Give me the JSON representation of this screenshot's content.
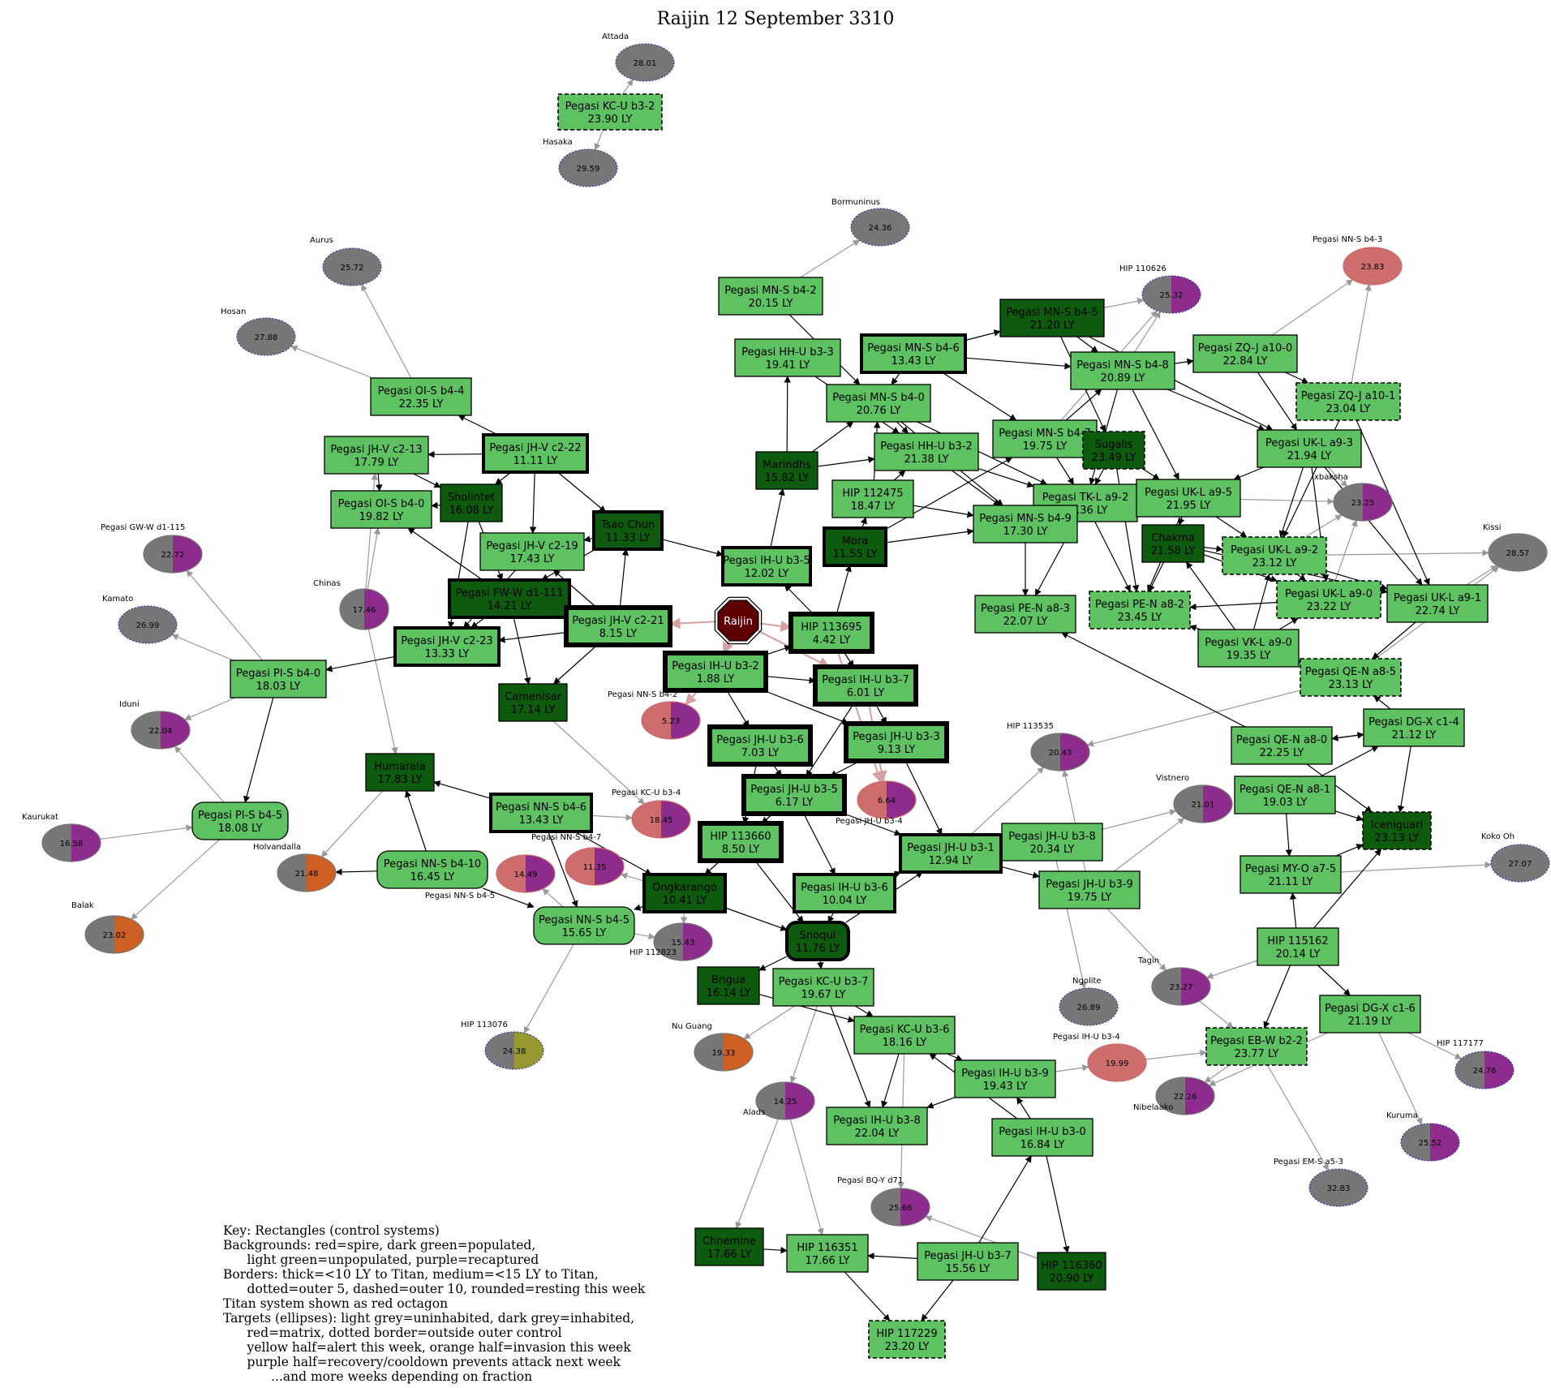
{
  "title": "Raijin 12 September 3310",
  "colors": {
    "light_green": "#5ec162",
    "dark_green": "#0e5a0e",
    "titan": "#5c0000",
    "grey_inhabited": "#777777",
    "red_matrix": "#cd6d6d",
    "purple": "#8e2c8e",
    "orange": "#cd6022",
    "yellow": "#989830",
    "edge": "#000000",
    "edge_target": "#999999",
    "edge_titan": "#d4a0a0"
  },
  "titan": {
    "id": "raijin",
    "label": "Raijin"
  },
  "systems": [
    {
      "id": "kcu32",
      "name": "Pegasi KC-U b3-2",
      "dist": "23.90 LY",
      "bg": "light",
      "border": "dashed"
    },
    {
      "id": "mns42",
      "name": "Pegasi MN-S b4-2",
      "dist": "20.15 LY",
      "bg": "light",
      "border": "normal"
    },
    {
      "id": "hhu33",
      "name": "Pegasi HH-U b3-3",
      "dist": "19.41 LY",
      "bg": "light",
      "border": "normal"
    },
    {
      "id": "mns46",
      "name": "Pegasi MN-S b4-6",
      "dist": "13.43 LY",
      "bg": "light",
      "border": "medium"
    },
    {
      "id": "mns45",
      "name": "Pegasi MN-S b4-5",
      "dist": "21.20 LY",
      "bg": "dark",
      "border": "normal"
    },
    {
      "id": "mns48",
      "name": "Pegasi MN-S b4-8",
      "dist": "20.89 LY",
      "bg": "light",
      "border": "normal"
    },
    {
      "id": "zqj100",
      "name": "Pegasi ZQ-J a10-0",
      "dist": "22.84 LY",
      "bg": "light",
      "border": "normal"
    },
    {
      "id": "zqj101",
      "name": "Pegasi ZQ-J a10-1",
      "dist": "23.04 LY",
      "bg": "light",
      "border": "dashed"
    },
    {
      "id": "mns40",
      "name": "Pegasi MN-S b4-0",
      "dist": "20.76 LY",
      "bg": "light",
      "border": "normal"
    },
    {
      "id": "ois44",
      "name": "Pegasi OI-S b4-4",
      "dist": "22.35 LY",
      "bg": "light",
      "border": "normal"
    },
    {
      "id": "jhvc13",
      "name": "Pegasi JH-V c2-13",
      "dist": "17.79 LY",
      "bg": "light",
      "border": "normal"
    },
    {
      "id": "jhvc22",
      "name": "Pegasi JH-V c2-22",
      "dist": "11.11 LY",
      "bg": "light",
      "border": "medium"
    },
    {
      "id": "hhu32",
      "name": "Pegasi HH-U b3-2",
      "dist": "21.38 LY",
      "bg": "light",
      "border": "normal"
    },
    {
      "id": "mns47",
      "name": "Pegasi MN-S b4-7",
      "dist": "19.75 LY",
      "bg": "light",
      "border": "normal"
    },
    {
      "id": "sugalis",
      "name": "Sugalis",
      "dist": "23.49 LY",
      "bg": "dark",
      "border": "dashed"
    },
    {
      "id": "ukla93",
      "name": "Pegasi UK-L a9-3",
      "dist": "21.94 LY",
      "bg": "light",
      "border": "normal"
    },
    {
      "id": "marindhs",
      "name": "Marindhs",
      "dist": "15.82 LY",
      "bg": "dark",
      "border": "normal"
    },
    {
      "id": "hip112475",
      "name": "HIP 112475",
      "dist": "18.47 LY",
      "bg": "light",
      "border": "normal"
    },
    {
      "id": "tkla92",
      "name": "Pegasi TK-L a9-2",
      "dist": "21.36 LY",
      "bg": "light",
      "border": "normal"
    },
    {
      "id": "ukla95",
      "name": "Pegasi UK-L a9-5",
      "dist": "21.95 LY",
      "bg": "light",
      "border": "normal"
    },
    {
      "id": "ois40",
      "name": "Pegasi OI-S b4-0",
      "dist": "19.82 LY",
      "bg": "light",
      "border": "normal"
    },
    {
      "id": "sholintet",
      "name": "Sholintet",
      "dist": "16.08 LY",
      "bg": "dark",
      "border": "normal"
    },
    {
      "id": "tsaochun",
      "name": "Tsao Chun",
      "dist": "11.33 LY",
      "bg": "dark",
      "border": "medium"
    },
    {
      "id": "mns49",
      "name": "Pegasi MN-S b4-9",
      "dist": "17.30 LY",
      "bg": "light",
      "border": "normal"
    },
    {
      "id": "chakma",
      "name": "Chakma",
      "dist": "21.58 LY",
      "bg": "dark",
      "border": "normal"
    },
    {
      "id": "ukla92",
      "name": "Pegasi UK-L a9-2",
      "dist": "23.12 LY",
      "bg": "light",
      "border": "dashed"
    },
    {
      "id": "jhvc19",
      "name": "Pegasi JH-V c2-19",
      "dist": "17.43 LY",
      "bg": "light",
      "border": "normal"
    },
    {
      "id": "mora",
      "name": "Mora",
      "dist": "11.55 LY",
      "bg": "dark",
      "border": "medium"
    },
    {
      "id": "ihu35",
      "name": "Pegasi IH-U b3-5",
      "dist": "12.02 LY",
      "bg": "light",
      "border": "medium"
    },
    {
      "id": "fww",
      "name": "Pegasi FW-W d1-111",
      "dist": "14.21 LY",
      "bg": "dark",
      "border": "medium"
    },
    {
      "id": "pena83",
      "name": "Pegasi PE-N a8-3",
      "dist": "22.07 LY",
      "bg": "light",
      "border": "normal"
    },
    {
      "id": "pena82",
      "name": "Pegasi PE-N a8-2",
      "dist": "23.45 LY",
      "bg": "light",
      "border": "dashed"
    },
    {
      "id": "ukla90",
      "name": "Pegasi UK-L a9-0",
      "dist": "23.22 LY",
      "bg": "light",
      "border": "dashed"
    },
    {
      "id": "ukla91",
      "name": "Pegasi UK-L a9-1",
      "dist": "22.74 LY",
      "bg": "light",
      "border": "normal"
    },
    {
      "id": "jhvc21",
      "name": "Pegasi JH-V c2-21",
      "dist": "8.15 LY",
      "bg": "light",
      "border": "thick"
    },
    {
      "id": "hip113695",
      "name": "HIP 113695",
      "dist": "4.42 LY",
      "bg": "light",
      "border": "thick"
    },
    {
      "id": "vkla90",
      "name": "Pegasi VK-L a9-0",
      "dist": "19.35 LY",
      "bg": "light",
      "border": "normal"
    },
    {
      "id": "jhvc23",
      "name": "Pegasi JH-V c2-23",
      "dist": "13.33 LY",
      "bg": "light",
      "border": "medium"
    },
    {
      "id": "pis40",
      "name": "Pegasi PI-S b4-0",
      "dist": "18.03 LY",
      "bg": "light",
      "border": "normal"
    },
    {
      "id": "ihu32",
      "name": "Pegasi IH-U b3-2",
      "dist": "1.88 LY",
      "bg": "light",
      "border": "thick"
    },
    {
      "id": "ihu37",
      "name": "Pegasi IH-U b3-7",
      "dist": "6.01 LY",
      "bg": "light",
      "border": "thick"
    },
    {
      "id": "qena85",
      "name": "Pegasi QE-N a8-5",
      "dist": "23.13 LY",
      "bg": "light",
      "border": "dashed"
    },
    {
      "id": "camenisar",
      "name": "Camenisar",
      "dist": "17.14 LY",
      "bg": "dark",
      "border": "normal"
    },
    {
      "id": "dgxc14",
      "name": "Pegasi DG-X c1-4",
      "dist": "21.12 LY",
      "bg": "light",
      "border": "normal"
    },
    {
      "id": "jhu36",
      "name": "Pegasi JH-U b3-6",
      "dist": "7.03 LY",
      "bg": "light",
      "border": "thick"
    },
    {
      "id": "jhu33",
      "name": "Pegasi JH-U b3-3",
      "dist": "9.13 LY",
      "bg": "light",
      "border": "thick"
    },
    {
      "id": "qena80",
      "name": "Pegasi QE-N a8-0",
      "dist": "22.25 LY",
      "bg": "light",
      "border": "normal"
    },
    {
      "id": "humarala",
      "name": "Humarala",
      "dist": "17.83 LY",
      "bg": "dark",
      "border": "normal"
    },
    {
      "id": "jhu35",
      "name": "Pegasi JH-U b3-5",
      "dist": "6.17 LY",
      "bg": "light",
      "border": "thick"
    },
    {
      "id": "nns46",
      "name": "Pegasi NN-S b4-6",
      "dist": "13.43 LY",
      "bg": "light",
      "border": "medium"
    },
    {
      "id": "qena81",
      "name": "Pegasi QE-N a8-1",
      "dist": "19.03 LY",
      "bg": "light",
      "border": "normal"
    },
    {
      "id": "iceniguari",
      "name": "Iceniguari",
      "dist": "23.13 LY",
      "bg": "dark",
      "border": "dashed"
    },
    {
      "id": "pis45",
      "name": "Pegasi PI-S b4-5",
      "dist": "18.08 LY",
      "bg": "light",
      "border": "rounded"
    },
    {
      "id": "hip113660",
      "name": "HIP 113660",
      "dist": "8.50 LY",
      "bg": "light",
      "border": "thick"
    },
    {
      "id": "jhu38",
      "name": "Pegasi JH-U b3-8",
      "dist": "20.34 LY",
      "bg": "light",
      "border": "normal"
    },
    {
      "id": "jhu31",
      "name": "Pegasi JH-U b3-1",
      "dist": "12.94 LY",
      "bg": "light",
      "border": "medium"
    },
    {
      "id": "nns410",
      "name": "Pegasi NN-S b4-10",
      "dist": "16.45 LY",
      "bg": "light",
      "border": "rounded"
    },
    {
      "id": "myoa75",
      "name": "Pegasi MY-O a7-5",
      "dist": "21.11 LY",
      "bg": "light",
      "border": "normal"
    },
    {
      "id": "jhu39",
      "name": "Pegasi JH-U b3-9",
      "dist": "19.75 LY",
      "bg": "light",
      "border": "normal"
    },
    {
      "id": "ongkarango",
      "name": "Ongkarango",
      "dist": "10.41 LY",
      "bg": "dark",
      "border": "medium"
    },
    {
      "id": "ihu36",
      "name": "Pegasi IH-U b3-6",
      "dist": "10.04 LY",
      "bg": "light",
      "border": "medium"
    },
    {
      "id": "nns45",
      "name": "Pegasi NN-S b4-5",
      "dist": "15.65 LY",
      "bg": "light",
      "border": "rounded"
    },
    {
      "id": "snoqui",
      "name": "Snoqui",
      "dist": "11.76 LY",
      "bg": "dark",
      "border": "medium-rounded"
    },
    {
      "id": "hip115162",
      "name": "HIP 115162",
      "dist": "20.14 LY",
      "bg": "light",
      "border": "normal"
    },
    {
      "id": "brigua",
      "name": "Brigua",
      "dist": "16.14 LY",
      "bg": "dark",
      "border": "normal"
    },
    {
      "id": "kcu37",
      "name": "Pegasi KC-U b3-7",
      "dist": "19.67 LY",
      "bg": "light",
      "border": "normal"
    },
    {
      "id": "dgxc16",
      "name": "Pegasi DG-X c1-6",
      "dist": "21.19 LY",
      "bg": "light",
      "border": "normal"
    },
    {
      "id": "ebwb22",
      "name": "Pegasi EB-W b2-2",
      "dist": "23.77 LY",
      "bg": "light",
      "border": "dashed"
    },
    {
      "id": "kcu36",
      "name": "Pegasi KC-U b3-6",
      "dist": "18.16 LY",
      "bg": "light",
      "border": "normal"
    },
    {
      "id": "ihu39",
      "name": "Pegasi IH-U b3-9",
      "dist": "19.43 LY",
      "bg": "light",
      "border": "normal"
    },
    {
      "id": "ihu30",
      "name": "Pegasi IH-U b3-0",
      "dist": "16.84 LY",
      "bg": "light",
      "border": "normal"
    },
    {
      "id": "ihu38",
      "name": "Pegasi IH-U b3-8",
      "dist": "22.04 LY",
      "bg": "light",
      "border": "normal"
    },
    {
      "id": "chnemine",
      "name": "Chnemine",
      "dist": "17.66 LY",
      "bg": "dark",
      "border": "normal"
    },
    {
      "id": "hip116351",
      "name": "HIP 116351",
      "dist": "17.66 LY",
      "bg": "light",
      "border": "normal"
    },
    {
      "id": "jhu37",
      "name": "Pegasi JH-U b3-7",
      "dist": "15.56 LY",
      "bg": "light",
      "border": "normal"
    },
    {
      "id": "hip116360",
      "name": "HIP 116360",
      "dist": "20.90 LY",
      "bg": "dark",
      "border": "normal"
    },
    {
      "id": "hip117229",
      "name": "HIP 117229",
      "dist": "23.20 LY",
      "bg": "light",
      "border": "dashed"
    }
  ],
  "targets": [
    {
      "id": "t_attada",
      "name": "Attada",
      "value": "28.01",
      "fill": "grey",
      "half": null,
      "dotted": true
    },
    {
      "id": "t_hasaka",
      "name": "Hasaka",
      "value": "29.59",
      "fill": "grey",
      "half": null,
      "dotted": true
    },
    {
      "id": "t_bormuninus",
      "name": "Bormuninus",
      "value": "24.36",
      "fill": "grey",
      "half": null,
      "dotted": true
    },
    {
      "id": "t_aurus",
      "name": "Aurus",
      "value": "25.72",
      "fill": "grey",
      "half": null,
      "dotted": true
    },
    {
      "id": "t_hosan",
      "name": "Hosan",
      "value": "27.88",
      "fill": "grey",
      "half": null,
      "dotted": true
    },
    {
      "id": "t_hip110626",
      "name": "HIP 110626",
      "value": "25.32",
      "fill": "grey",
      "half": "purple",
      "dotted": true
    },
    {
      "id": "t_nns43",
      "name": "Pegasi NN-S b4-3",
      "value": "23.83",
      "fill": "red",
      "half": null,
      "dotted": false
    },
    {
      "id": "t_ixbaksha",
      "name": "Ixbaksha",
      "value": "23.25",
      "fill": "grey",
      "half": "purple",
      "dotted": false
    },
    {
      "id": "t_kissi",
      "name": "Kissi",
      "value": "28.57",
      "fill": "grey",
      "half": null,
      "dotted": false
    },
    {
      "id": "t_gww",
      "name": "Pegasi GW-W d1-115",
      "value": "22.72",
      "fill": "grey",
      "half": "purple",
      "dotted": false
    },
    {
      "id": "t_kamato",
      "name": "Kamato",
      "value": "26.99",
      "fill": "grey",
      "half": null,
      "dotted": true
    },
    {
      "id": "t_chinas",
      "name": "Chinas",
      "value": "17.46",
      "fill": "grey",
      "half": "purple",
      "dotted": false
    },
    {
      "id": "t_iduni",
      "name": "Iduni",
      "value": "22.04",
      "fill": "grey",
      "half": "purple",
      "dotted": false
    },
    {
      "id": "t_nns42",
      "name": "Pegasi NN-S b4-2",
      "value": "5.23",
      "fill": "red",
      "half": "purple",
      "dotted": false
    },
    {
      "id": "t_hip113535",
      "name": "HIP 113535",
      "value": "20.43",
      "fill": "grey",
      "half": "purple",
      "dotted": false
    },
    {
      "id": "t_kcu34",
      "name": "Pegasi KC-U b3-4",
      "value": "18.45",
      "fill": "red",
      "half": "purple",
      "dotted": false
    },
    {
      "id": "t_jhu34",
      "name": "Pegasi JH-U b3-4",
      "value": "6.64",
      "fill": "red",
      "half": "purple",
      "dotted": false
    },
    {
      "id": "t_vistnero",
      "name": "Vistnero",
      "value": "21.01",
      "fill": "grey",
      "half": "purple",
      "dotted": false
    },
    {
      "id": "t_kaurukat",
      "name": "Kaurukat",
      "value": "16.58",
      "fill": "grey",
      "half": "purple",
      "dotted": false
    },
    {
      "id": "t_holvandalla",
      "name": "Holvandalla",
      "value": "21.48",
      "fill": "grey",
      "half": "orange",
      "dotted": false
    },
    {
      "id": "t_nns47",
      "name": "Pegasi NN-S b4-7",
      "value": "14.49",
      "fill": "red",
      "half": "purple",
      "dotted": false
    },
    {
      "id": "t_nns4x",
      "name": "",
      "value": "11.35",
      "fill": "red",
      "half": "purple",
      "dotted": false
    },
    {
      "id": "t_kokooh",
      "name": "Koko Oh",
      "value": "27.07",
      "fill": "grey",
      "half": null,
      "dotted": true
    },
    {
      "id": "t_balak",
      "name": "Balak",
      "value": "23.02",
      "fill": "grey",
      "half": "orange",
      "dotted": false
    },
    {
      "id": "t_hip112823",
      "name": "HIP 112823",
      "value": "15.43",
      "fill": "grey",
      "half": "purple",
      "dotted": false
    },
    {
      "id": "t_tagin",
      "name": "Tagin",
      "value": "23.27",
      "fill": "grey",
      "half": "purple",
      "dotted": false
    },
    {
      "id": "t_ngolite",
      "name": "Ngolite",
      "value": "26.89",
      "fill": "grey",
      "half": null,
      "dotted": true
    },
    {
      "id": "t_hip113076",
      "name": "HIP 113076",
      "value": "24.38",
      "fill": "grey",
      "half": "yellow",
      "dotted": true
    },
    {
      "id": "t_nuguang",
      "name": "Nu Guang",
      "value": "19.33",
      "fill": "grey",
      "half": "orange",
      "dotted": false
    },
    {
      "id": "t_ihu34",
      "name": "Pegasi IH-U b3-4",
      "value": "19.99",
      "fill": "red",
      "half": null,
      "dotted": false
    },
    {
      "id": "t_hip117177",
      "name": "HIP 117177",
      "value": "24.76",
      "fill": "grey",
      "half": "purple",
      "dotted": true
    },
    {
      "id": "t_nibelaako",
      "name": "Nibelaako",
      "value": "22.26",
      "fill": "grey",
      "half": "purple",
      "dotted": false
    },
    {
      "id": "t_alads",
      "name": "Alads",
      "value": "14.25",
      "fill": "grey",
      "half": "purple",
      "dotted": false
    },
    {
      "id": "t_kuruma",
      "name": "Kuruma",
      "value": "25.52",
      "fill": "grey",
      "half": "purple",
      "dotted": true
    },
    {
      "id": "t_emsa53",
      "name": "Pegasi EM-S a5-3",
      "value": "32.83",
      "fill": "grey",
      "half": null,
      "dotted": true
    },
    {
      "id": "t_bqyd71",
      "name": "Pegasi BQ-Y d71",
      "value": "25.66",
      "fill": "grey",
      "half": "purple",
      "dotted": false
    }
  ],
  "extra_labels": [
    {
      "id": "lbl_nns45",
      "text": "Pegasi NN-S b4-5"
    }
  ],
  "legend": [
    "Key: Rectangles (control systems)",
    "Backgrounds: red=spire, dark green=populated,",
    "      light green=unpopulated, purple=recaptured",
    "Borders: thick=<10 LY to Titan, medium=<15 LY to Titan,",
    "      dotted=outer 5, dashed=outer 10, rounded=resting this week",
    "Titan system shown as red octagon",
    "Targets (ellipses): light grey=uninhabited, dark grey=inhabited,",
    "      red=matrix, dotted border=outside outer control",
    "      yellow half=alert this week, orange half=invasion this week",
    "      purple half=recovery/cooldown prevents attack next week",
    "            ...and more weeks depending on fraction"
  ]
}
